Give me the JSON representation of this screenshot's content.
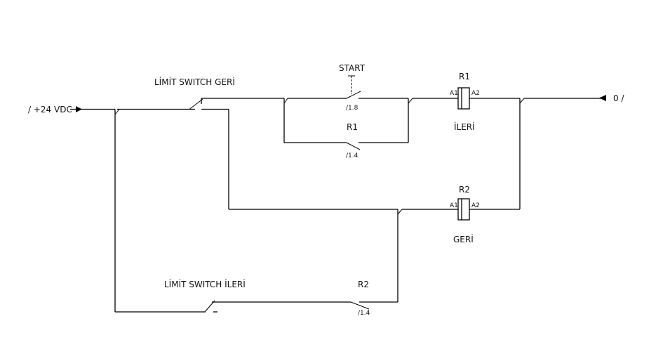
{
  "supply": {
    "positive": "/ +24 VDC",
    "negative": "0 /"
  },
  "contacts": {
    "limit_geri": "LİMİT SWITCH GERİ",
    "limit_ileri": "LİMİT SWITCH İLERİ",
    "start": "START",
    "start_ref": "/1.8",
    "r1": "R1",
    "r1_ref": "/1.4",
    "r2": "R2",
    "r2_ref": "/1.4"
  },
  "coils": {
    "r1": {
      "name": "R1",
      "a1": "A1",
      "a2": "A2",
      "label": "İLERİ"
    },
    "r2": {
      "name": "R2",
      "a1": "A1",
      "a2": "A2",
      "label": "GERİ"
    }
  }
}
